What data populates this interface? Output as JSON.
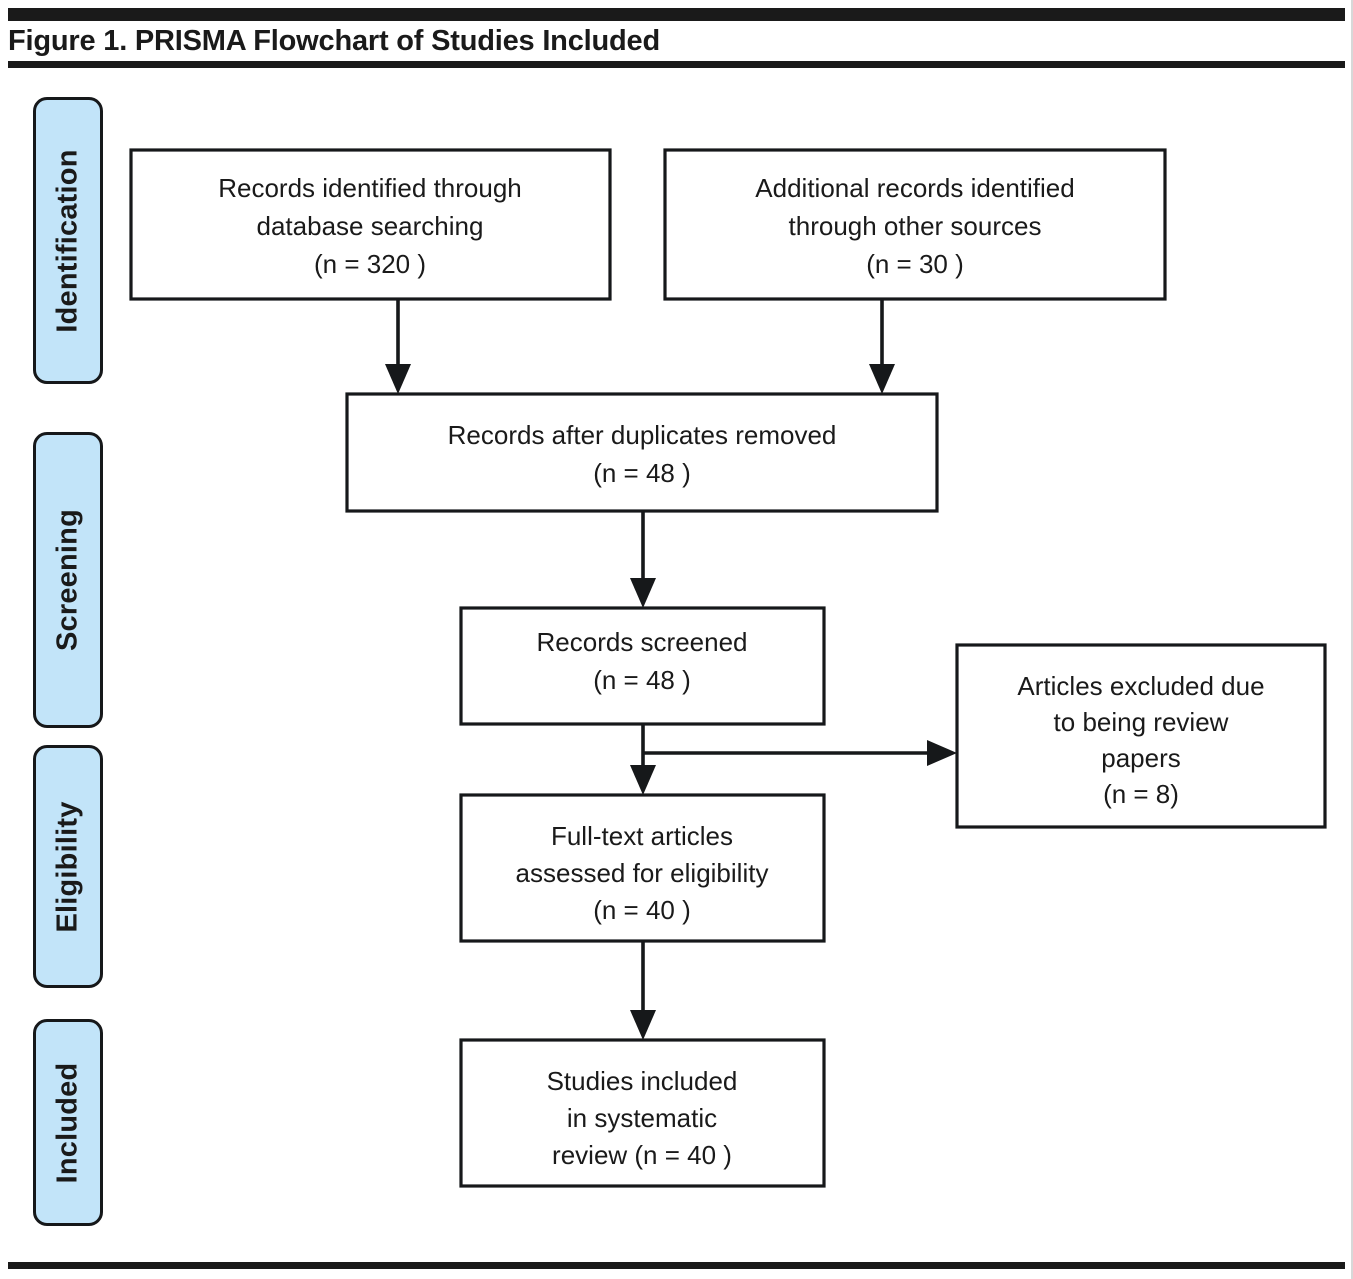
{
  "figure": {
    "title": "Figure 1. PRISMA Flowchart of Studies Included"
  },
  "stages": [
    {
      "id": "identification",
      "label": "Identification"
    },
    {
      "id": "screening",
      "label": "Screening"
    },
    {
      "id": "eligibility",
      "label": "Eligibility"
    },
    {
      "id": "included",
      "label": "Included"
    }
  ],
  "colors": {
    "stage_tab_fill": "#c2e4f9",
    "stroke": "#16181a",
    "node_fill": "#ffffff",
    "rule": "#1a1a1a"
  },
  "chart_data": {
    "type": "diagram",
    "title": "Figure 1. PRISMA Flowchart of Studies Included",
    "diagram_kind": "PRISMA flow diagram",
    "stage_labels": [
      "Identification",
      "Screening",
      "Eligibility",
      "Included"
    ],
    "nodes": [
      {
        "id": "db-search",
        "stage": "Identification",
        "lines": [
          "Records identified through",
          "database searching",
          "(n = 320 )"
        ],
        "n": 320
      },
      {
        "id": "other-sources",
        "stage": "Identification",
        "lines": [
          "Additional records identified",
          "through other sources",
          "(n = 30 )"
        ],
        "n": 30
      },
      {
        "id": "duplicates-removed",
        "stage": "Screening",
        "lines": [
          "Records after duplicates removed",
          "(n = 48 )"
        ],
        "n": 48
      },
      {
        "id": "records-screened",
        "stage": "Screening",
        "lines": [
          "Records screened",
          "(n = 48 )"
        ],
        "n": 48
      },
      {
        "id": "articles-excluded",
        "stage": "Screening",
        "lines": [
          "Articles excluded due",
          "to being review",
          "papers",
          "(n = 8)"
        ],
        "n": 8
      },
      {
        "id": "full-text-assessed",
        "stage": "Eligibility",
        "lines": [
          "Full-text articles",
          "assessed for eligibility",
          "(n = 40 )"
        ],
        "n": 40
      },
      {
        "id": "studies-included",
        "stage": "Included",
        "lines": [
          "Studies included",
          "in systematic",
          "review (n = 40 )"
        ],
        "n": 40
      }
    ],
    "edges": [
      {
        "from": "db-search",
        "to": "duplicates-removed",
        "direction": "down"
      },
      {
        "from": "other-sources",
        "to": "duplicates-removed",
        "direction": "down"
      },
      {
        "from": "duplicates-removed",
        "to": "records-screened",
        "direction": "down"
      },
      {
        "from": "records-screened",
        "to": "full-text-assessed",
        "direction": "down"
      },
      {
        "from": "records-screened",
        "to": "articles-excluded",
        "direction": "right"
      },
      {
        "from": "full-text-assessed",
        "to": "studies-included",
        "direction": "down"
      }
    ]
  },
  "nodes": {
    "db_search": {
      "l1": "Records identified through",
      "l2": "database searching",
      "l3": "(n = 320 )"
    },
    "other_sources": {
      "l1": "Additional records identified",
      "l2": "through other sources",
      "l3": "(n = 30 )"
    },
    "duplicates_removed": {
      "l1": "Records after duplicates removed",
      "l2": "(n = 48 )"
    },
    "records_screened": {
      "l1": "Records screened",
      "l2": "(n = 48 )"
    },
    "articles_excluded": {
      "l1": "Articles excluded due",
      "l2": "to being review",
      "l3": "papers",
      "l4": "(n = 8)"
    },
    "full_text": {
      "l1": "Full-text articles",
      "l2": "assessed for eligibility",
      "l3": "(n = 40 )"
    },
    "studies_included": {
      "l1": "Studies included",
      "l2": "in systematic",
      "l3": "review (n = 40 )"
    }
  }
}
